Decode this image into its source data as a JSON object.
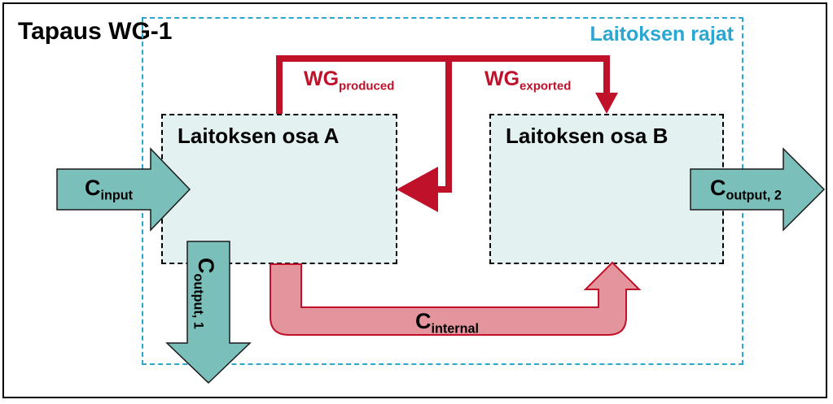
{
  "case_title": "Tapaus WG-1",
  "boundary_label": "Laitoksen rajat",
  "parts": {
    "a": "Laitoksen osa A",
    "b": "Laitoksen osa B"
  },
  "flows": {
    "input": {
      "main": "C",
      "sub": "input"
    },
    "output1": {
      "main": "C",
      "sub": "output, 1"
    },
    "output2": {
      "main": "C",
      "sub": "output, 2"
    },
    "internal": {
      "main": "C",
      "sub": "internal"
    },
    "wg_produced": {
      "main": "WG",
      "sub": "produced"
    },
    "wg_exported": {
      "main": "WG",
      "sub": "exported"
    }
  },
  "colors": {
    "teal_arrow": "#7bbfbb",
    "red_arrow": "#c0112a",
    "pink_arrow": "#e3949c",
    "boundary": "#2aa7d0",
    "part_fill": "#e4f1f1"
  }
}
